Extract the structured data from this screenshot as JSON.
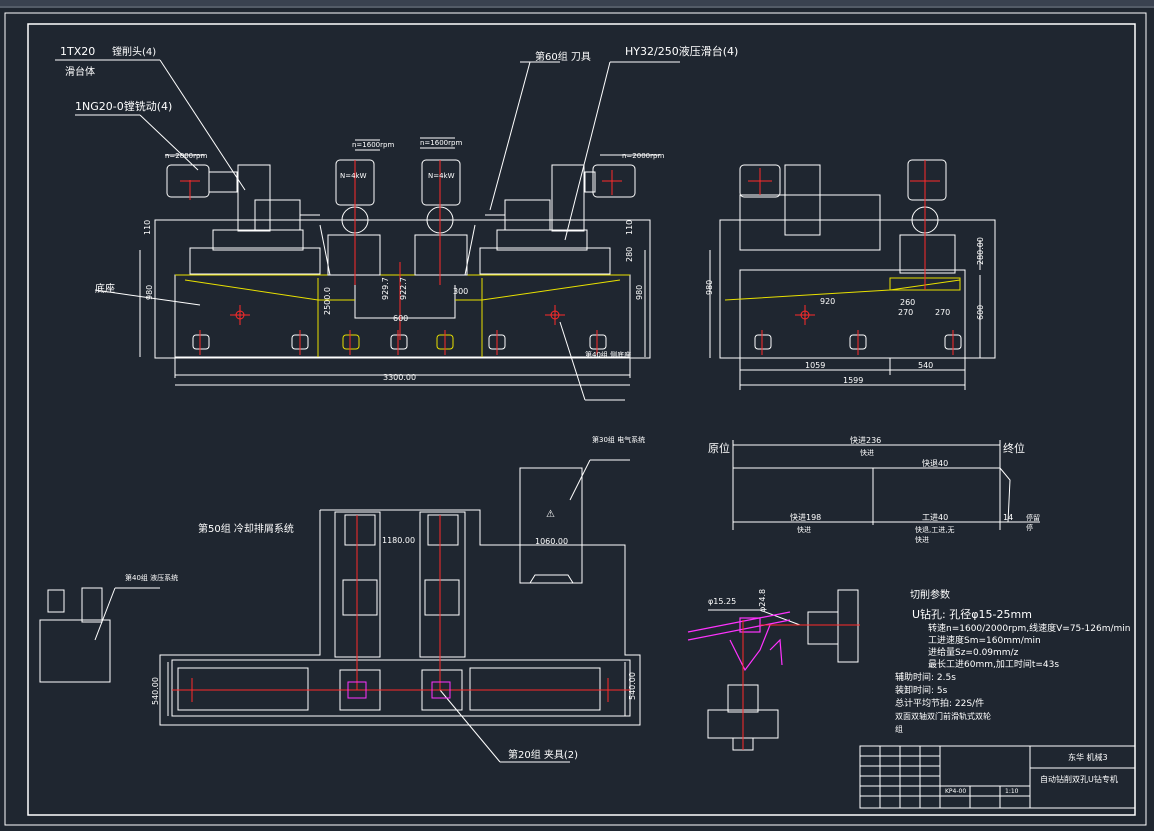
{
  "colors": {
    "background": "#1f2630",
    "line": "#ffffff",
    "center_line": "#ff2a2a",
    "accent_yellow": "#e8e000",
    "tool_magenta": "#ff33ff",
    "frame": "#ffffff"
  },
  "front_view": {
    "label_1tx": "1TX20",
    "label_power_head": "镗削头(4)",
    "label_slide": "滑台体",
    "label_1ng": "1NG20-0镗铣动(4)",
    "label_tool": "第60组 刀具",
    "label_hy": "HY32/250液压滑台(4)",
    "speed_left": "n=2800rpm",
    "speed_mid1": "n=1600rpm",
    "speed_mid2": "n=1600rpm",
    "speed_right": "n=2000rpm",
    "power_1": "N=4kW",
    "power_2": "N=4kW",
    "dim_110_left": "110",
    "dim_110_right": "110",
    "dim_980_left": "980",
    "dim_980_right": "980",
    "dim_2500": "2500.0",
    "dim_280": "280",
    "dim_929": "929.7",
    "dim_922": "922.7",
    "dim_300": "300",
    "dim_600": "600",
    "dim_3300": "3300.00",
    "label_base": "底座",
    "label_side_base": "第40组 侧底座"
  },
  "side_view": {
    "dim_980": "980",
    "dim_280": "280.00",
    "dim_920": "920",
    "dim_260": "260",
    "dim_270a": "270",
    "dim_270b": "270",
    "dim_600": "600",
    "dim_1059": "1059",
    "dim_540": "540",
    "dim_1599": "1599"
  },
  "top_view": {
    "label_coolant": "第50组 冷却排屑系统",
    "label_electric": "第30组 电气系统",
    "label_hydraulic": "第40组 液压系统",
    "label_fixture": "第20组 夹具(2)",
    "dim_1180": "1180.00",
    "dim_1060": "1060.00",
    "dim_540_left": "540.00",
    "dim_540_right": "540.00",
    "warning_symbol": "⚠"
  },
  "cycle_diagram": {
    "origin": "原位",
    "end": "终位",
    "fast_forward": "快进236",
    "fast_label": "快进",
    "fast_return": "快退40",
    "fast_198": "快进198",
    "work_40": "工进40",
    "stop_14": "14",
    "stop_label": "停留",
    "sub_1": "快进",
    "sub_2": "快退,工进,无",
    "sub_3": "快进",
    "sub_4": "停"
  },
  "cutting_params": {
    "title": "切削参数",
    "line1": "U钻孔: 孔径φ15-25mm",
    "line2": "转速n=1600/2000rpm,线速度V=75-126m/min",
    "line3": "工进速度Sm=160mm/min",
    "line4": "进给量Sz=0.09mm/z",
    "line5": "最长工进60mm,加工时间t=43s",
    "line6": "辅助时间: 2.5s",
    "line7": "装卸时间: 5s",
    "line8": "总计平均节拍: 22S/件",
    "line9": "双面双轴双门前滑轨式双轮",
    "line10": "组",
    "dim_phi": "φ15.25",
    "dim_24": "φ24.8"
  },
  "title_block": {
    "school": "东华 机械3",
    "drawing_title": "自动钻削双孔U钻专机",
    "small_1": "KP4-00",
    "small_2": "1:10"
  }
}
